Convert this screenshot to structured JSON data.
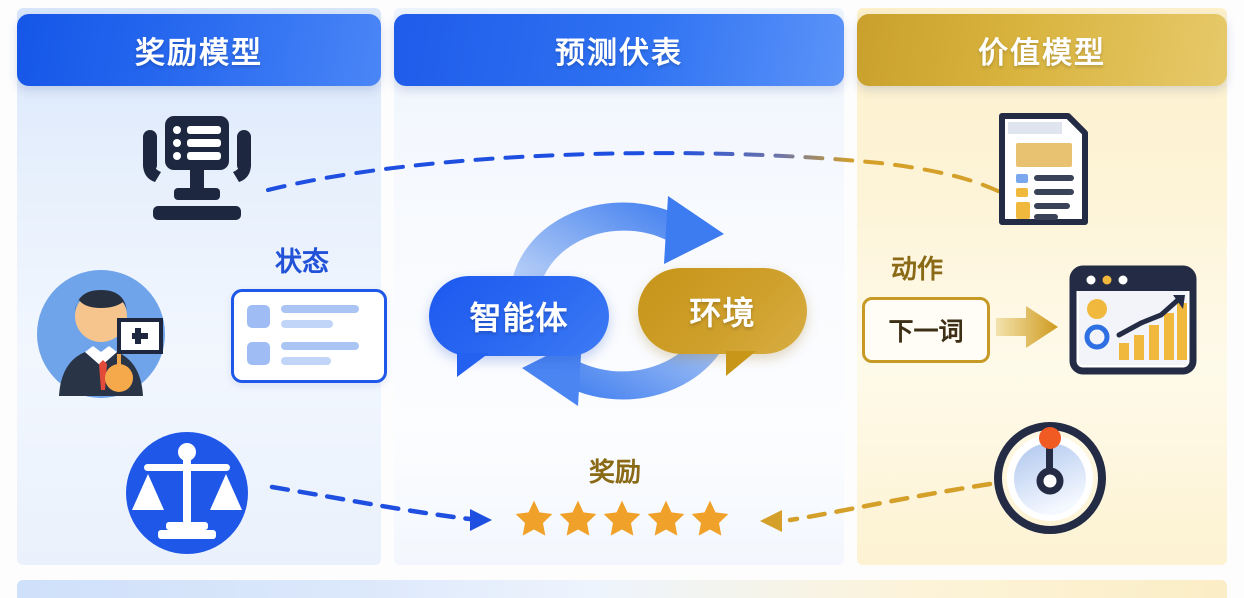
{
  "panels": [
    {
      "id": "reward-model",
      "title": "奖励模型",
      "accent": "#1556e8",
      "theme": "blue"
    },
    {
      "id": "predict-table",
      "title": "预测伏表",
      "accent": "#1f5cea",
      "theme": "blue"
    },
    {
      "id": "value-model",
      "title": "价值模型",
      "accent": "#c9a02c",
      "theme": "gold"
    }
  ],
  "left_panel": {
    "state_label": "状态",
    "icons": {
      "robot": "robot-terminal-icon",
      "avatar": "businessman-flag-avatar-icon",
      "scales": "balance-scales-icon",
      "state_card": "state-list-card"
    }
  },
  "center_panel": {
    "agent_label": "智能体",
    "environment_label": "环境",
    "reward_label": "奖励",
    "star_count": 5,
    "star_color": "#f0a12a",
    "cycle_icon": "circular-arrows-icon"
  },
  "right_panel": {
    "action_label": "动作",
    "action_value": "下一词",
    "icons": {
      "document": "document-article-icon",
      "chart": "chart-dashboard-window-icon",
      "gauge": "gauge-meter-icon",
      "arrow": "right-arrow-icon"
    }
  },
  "connectors": [
    {
      "name": "state-flow-arc",
      "from": "reward-model",
      "to": "value-model",
      "style": "dashed",
      "color_start": "#1f4fe0",
      "color_end": "#d4a02a"
    },
    {
      "name": "reward-arrow-left",
      "direction": "right",
      "style": "dashed",
      "color": "#1f4fe0"
    },
    {
      "name": "reward-arrow-right",
      "direction": "left",
      "style": "dashed",
      "color": "#d4a02a"
    }
  ],
  "colors": {
    "blue_accent": "#1f57e8",
    "gold_accent": "#c79a25",
    "star": "#f0a12a",
    "panel_blue_bg": "#e6effc",
    "panel_gold_bg": "#fdf3d6"
  }
}
